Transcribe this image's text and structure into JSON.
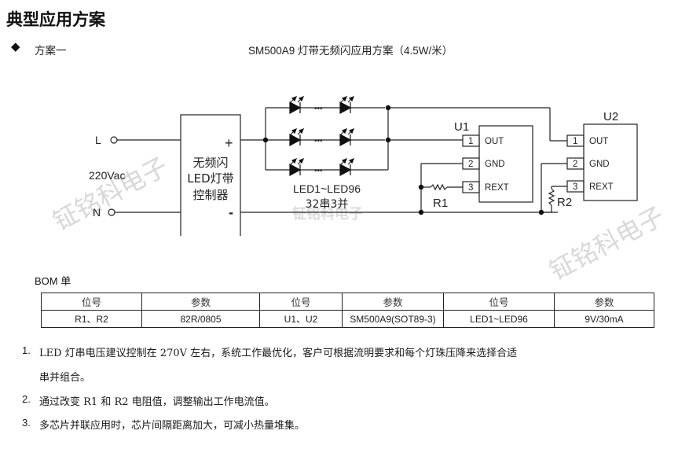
{
  "page": {
    "title": "典型应用方案",
    "bullet_symbol": "◆",
    "plan_label": "方案一",
    "plan_title": "SM500A9 灯带无频闪应用方案（4.5W/米）"
  },
  "schematic": {
    "input_l": "L",
    "input_n": "N",
    "input_voltage": "220Vac",
    "controller_lines": [
      "无频闪",
      "LED灯带",
      "控制器"
    ],
    "plus_label": "+",
    "minus_label": "-",
    "led_label": "LED1~LED96",
    "led_config": "32串3并",
    "led_dots": "•••",
    "u1_label": "U1",
    "u2_label": "U2",
    "pins": [
      {
        "num": "1",
        "name": "OUT"
      },
      {
        "num": "2",
        "name": "GND"
      },
      {
        "num": "3",
        "name": "REXT"
      }
    ],
    "r1_label": "R1",
    "r2_label": "R2",
    "watermark": "钲铭科电子"
  },
  "bom": {
    "label": "BOM 单",
    "headers": [
      "位号",
      "参数",
      "位号",
      "参数",
      "位号",
      "参数"
    ],
    "rows": [
      [
        "R1、R2",
        "82R/0805",
        "U1、U2",
        "SM500A9(SOT89-3)",
        "LED1~LED96",
        "9V/30mA"
      ]
    ]
  },
  "notes": [
    {
      "num": "1.",
      "line1": "LED 灯串电压建议控制在 270V 左右，系统工作最优化，客户可根据流明要求和每个灯珠压降来选择合适",
      "line2": "串并组合。"
    },
    {
      "num": "2.",
      "line1": "通过改变 R1 和 R2 电阻值，调整输出工作电流值。"
    },
    {
      "num": "3.",
      "line1": "多芯片并联应用时，芯片间隔距离加大，可减小热量堆集。"
    }
  ]
}
